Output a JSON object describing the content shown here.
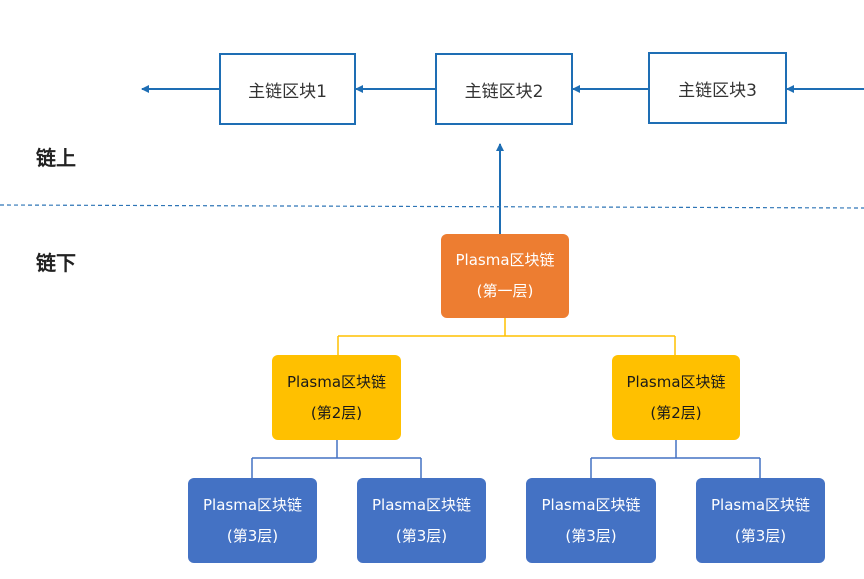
{
  "main_chain": {
    "blocks": [
      "主链区块1",
      "主链区块2",
      "主链区块3"
    ]
  },
  "regions": {
    "on_chain": "链上",
    "off_chain": "链下"
  },
  "plasma": {
    "root": {
      "title": "Plasma区块链",
      "layer": "(第一层)"
    },
    "level2": [
      {
        "title": "Plasma区块链",
        "layer": "(第2层)"
      },
      {
        "title": "Plasma区块链",
        "layer": "(第2层)"
      }
    ],
    "level3": [
      {
        "title": "Plasma区块链",
        "layer": "(第3层)"
      },
      {
        "title": "Plasma区块链",
        "layer": "(第3层)"
      },
      {
        "title": "Plasma区块链",
        "layer": "(第3层)"
      },
      {
        "title": "Plasma区块链",
        "layer": "(第3层)"
      }
    ]
  },
  "colors": {
    "main_border": "#1e6eb4",
    "layer1": "#ed7d31",
    "layer2": "#ffc000",
    "layer3": "#4472c4",
    "divider": "#2e75b6"
  }
}
